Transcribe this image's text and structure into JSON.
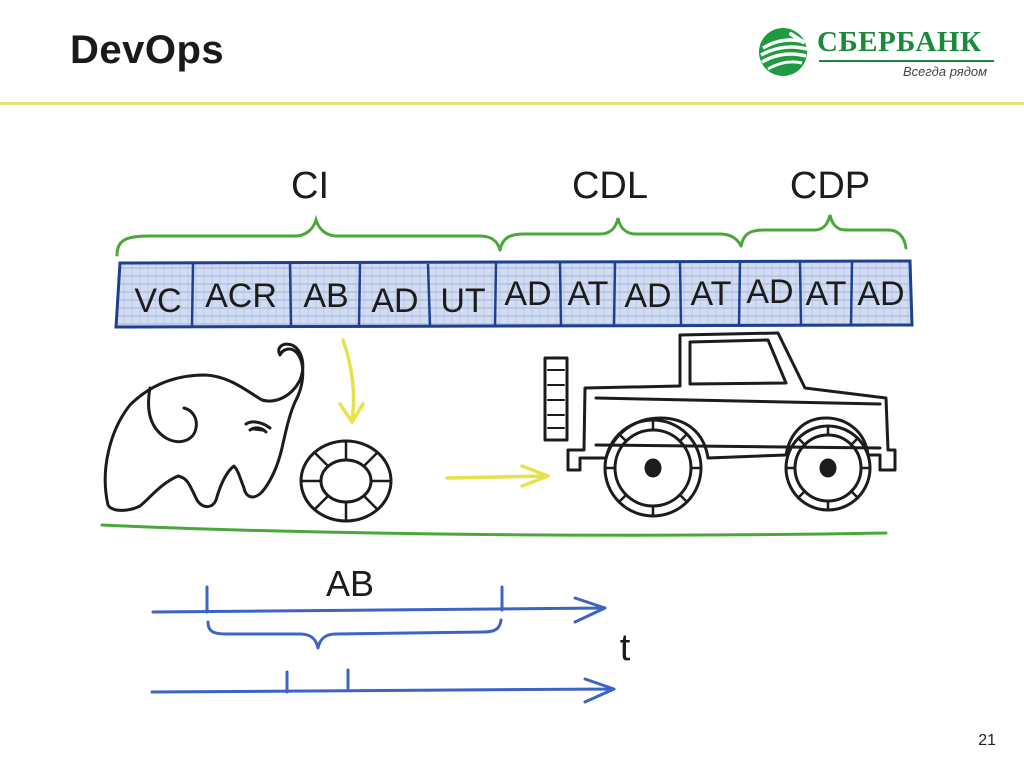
{
  "slide": {
    "title": "DevOps",
    "page_number": "21"
  },
  "logo": {
    "name": "СБЕРБАНК",
    "tagline": "Всегда рядом"
  },
  "diagram": {
    "brace_labels": [
      "CI",
      "CDL",
      "CDP"
    ],
    "pipeline_stages": [
      "VC",
      "ACR",
      "AB",
      "AD",
      "UT",
      "AD",
      "AT",
      "AD",
      "AT",
      "AD",
      "AT",
      "AD"
    ],
    "timeline_label": "AB",
    "time_axis_label": "t",
    "colors": {
      "brace": "#4aa83a",
      "pipeline_fill": "#c9d6ef",
      "pipeline_stroke": "#1f3f8f",
      "arrow_yellow": "#e8e24a",
      "timeline_blue": "#3c63c6",
      "ink": "#1c1c1c"
    },
    "icons": [
      "elephant-icon",
      "tire-icon",
      "jeep-icon"
    ]
  }
}
